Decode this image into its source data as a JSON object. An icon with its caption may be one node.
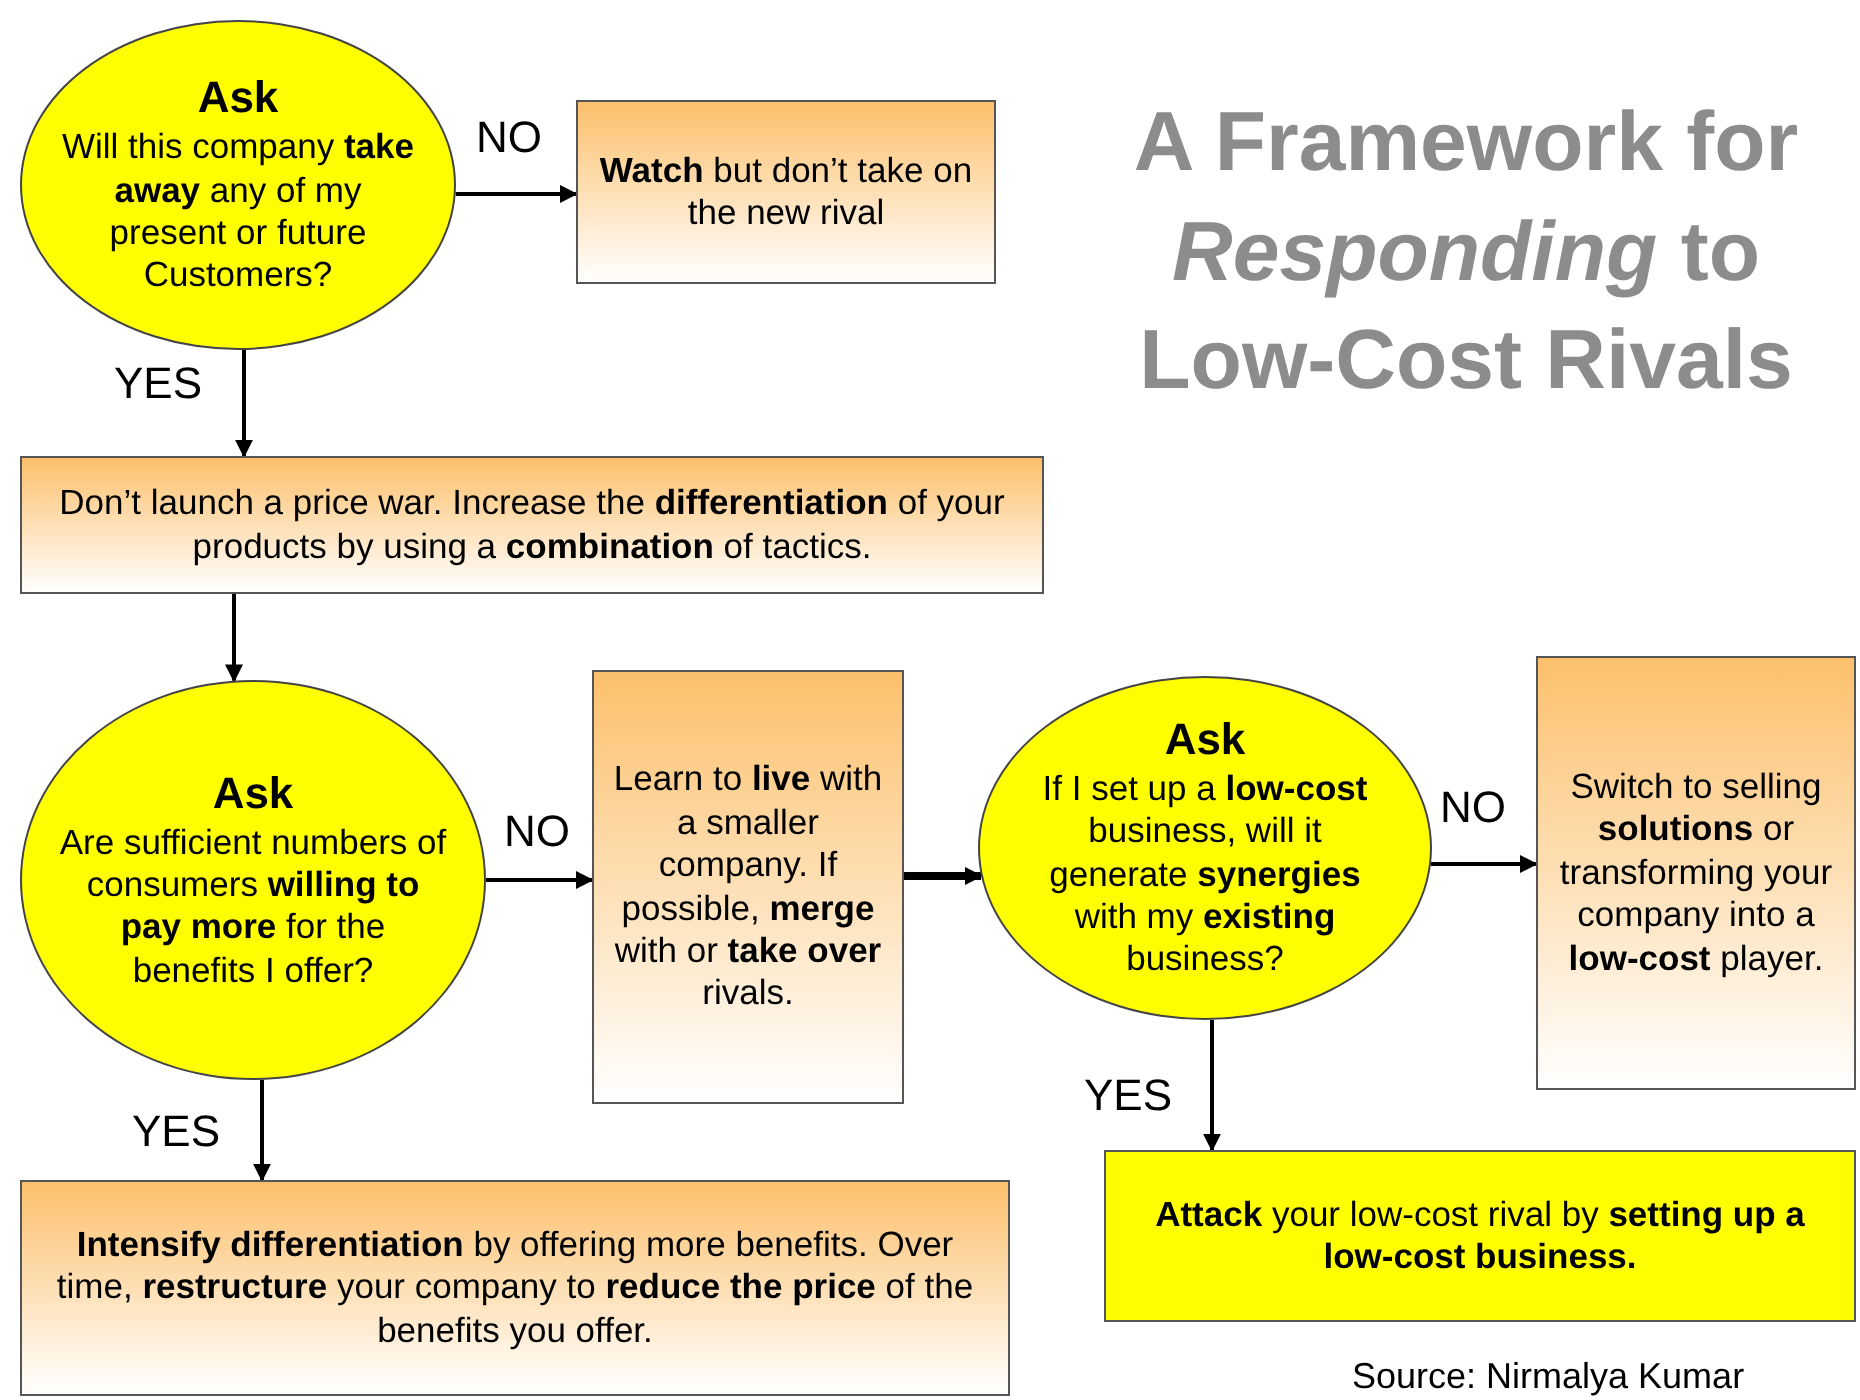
{
  "diagram": {
    "title": "A Framework for *Responding* to Low-Cost Rivals",
    "nodes": [
      {
        "text": [
          "Ask",
          "Will this company **take away** any of my present or future Customers?"
        ]
      },
      {
        "text": [
          "**Watch** but don’t take on the new rival"
        ]
      },
      {
        "text": [
          "Don’t launch a price war. Increase the **differentiation** of your products by using a **combination** of tactics."
        ]
      },
      {
        "text": [
          "Ask",
          "Are sufficient numbers of consumers **willing to pay more** for the benefits I offer?"
        ]
      },
      {
        "text": [
          "Learn to **live** with a smaller company. If possible, **merge** with or **take over** rivals."
        ]
      },
      {
        "text": [
          "Ask",
          "If I set up a **low-cost** business, will it generate **synergies** with my **existing** business?"
        ]
      },
      {
        "text": [
          "Switch to selling **solutions** or transforming your company into a **low-cost** player."
        ]
      },
      {
        "text": [
          "**Intensify differentiation** by offering more benefits. Over time, **restructure** your company to **reduce the price** of the benefits you offer."
        ]
      },
      {
        "text": [
          "**Attack** your low-cost rival by **setting up a low-cost business.**"
        ]
      }
    ],
    "edges": [
      {
        "from": 0,
        "to": 1,
        "arrow": "to",
        "label": "NO"
      },
      {
        "from": 0,
        "to": 2,
        "arrow": "to",
        "label": "YES"
      },
      {
        "from": 2,
        "to": 3,
        "arrow": "to"
      },
      {
        "from": 3,
        "to": 4,
        "arrow": "to",
        "label": "NO"
      },
      {
        "from": 4,
        "to": 5,
        "arrow": "to",
        "style": "thick"
      },
      {
        "from": 5,
        "to": 6,
        "arrow": "to",
        "label": "NO"
      },
      {
        "from": 3,
        "to": 7,
        "arrow": "to",
        "label": "YES"
      },
      {
        "from": 5,
        "to": 8,
        "arrow": "to",
        "label": "YES"
      }
    ],
    "labels": [
      "Source: Nirmalya Kumar"
    ]
  }
}
